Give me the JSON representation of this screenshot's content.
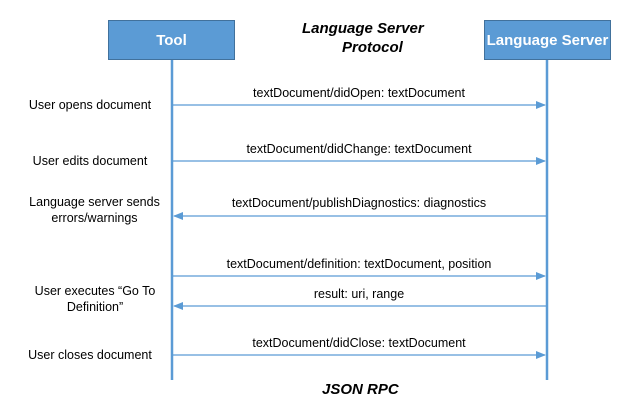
{
  "title_line1": "Language Server",
  "title_line2": "Protocol",
  "footer": "JSON RPC",
  "participants": {
    "left": "Tool",
    "right": "Language Server"
  },
  "steps": [
    {
      "label": "User opens document"
    },
    {
      "label": "User edits document"
    },
    {
      "label": "Language server sends errors/warnings"
    },
    {
      "label": "User executes “Go To Definition”"
    },
    {
      "label": "User closes document"
    }
  ],
  "messages": [
    {
      "text": "textDocument/didOpen: textDocument",
      "direction": "tool-to-server"
    },
    {
      "text": "textDocument/didChange: textDocument",
      "direction": "tool-to-server"
    },
    {
      "text": "textDocument/publishDiagnostics: diagnostics",
      "direction": "server-to-tool"
    },
    {
      "text": "textDocument/definition: textDocument, position",
      "direction": "tool-to-server"
    },
    {
      "text": "result: uri, range",
      "direction": "server-to-tool"
    },
    {
      "text": "textDocument/didClose: textDocument",
      "direction": "tool-to-server"
    }
  ],
  "colors": {
    "box_fill": "#5b9bd5",
    "lifeline": "#5b9bd5",
    "arrow": "#5b9bd5"
  }
}
